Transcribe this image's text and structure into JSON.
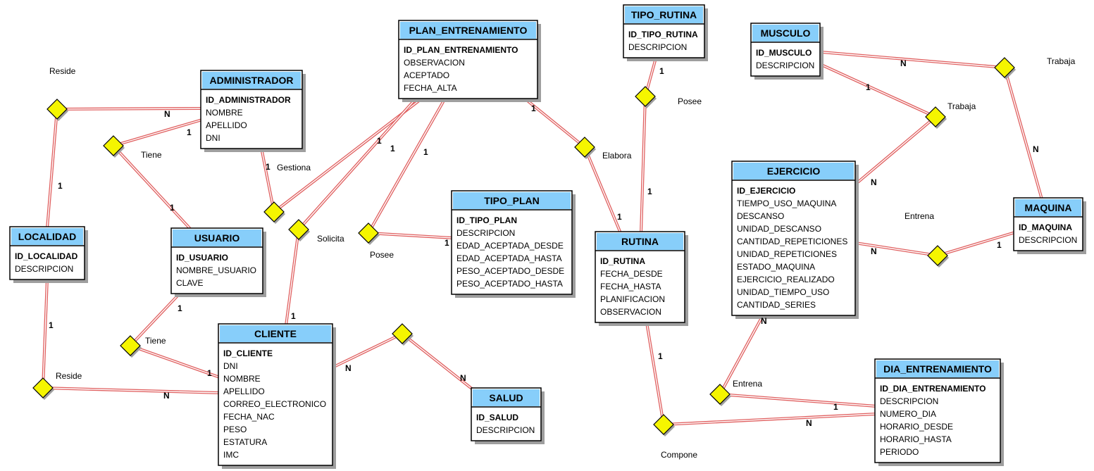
{
  "colors": {
    "header": "#87CEFA",
    "border": "#000000",
    "shadow": "#9e9e9e",
    "line_outer": "#e06060",
    "line_inner": "#ffffff",
    "diamond": "#f5f500"
  },
  "entities": [
    {
      "id": "plan_entrenamiento",
      "title": "PLAN_ENTRENAMIENTO",
      "attrs": [
        "ID_PLAN_ENTRENAMIENTO",
        "OBSERVACION",
        "ACEPTADO",
        "FECHA_ALTA"
      ]
    },
    {
      "id": "tipo_rutina",
      "title": "TIPO_RUTINA",
      "attrs": [
        "ID_TIPO_RUTINA",
        "DESCRIPCION"
      ]
    },
    {
      "id": "musculo",
      "title": "MUSCULO",
      "attrs": [
        "ID_MUSCULO",
        "DESCRIPCION"
      ]
    },
    {
      "id": "administrador",
      "title": "ADMINISTRADOR",
      "attrs": [
        "ID_ADMINISTRADOR",
        "NOMBRE",
        "APELLIDO",
        "DNI"
      ]
    },
    {
      "id": "ejercicio",
      "title": "EJERCICIO",
      "attrs": [
        "ID_EJERCICIO",
        "TIEMPO_USO_MAQUINA",
        "DESCANSO",
        "UNIDAD_DESCANSO",
        "CANTIDAD_REPETICIONES",
        "UNIDAD_REPETICIONES",
        "ESTADO_MAQUINA",
        "EJERCICIO_REALIZADO",
        "UNIDAD_TIEMPO_USO",
        "CANTIDAD_SERIES"
      ]
    },
    {
      "id": "tipo_plan",
      "title": "TIPO_PLAN",
      "attrs": [
        "ID_TIPO_PLAN",
        "DESCRIPCION",
        "EDAD_ACEPTADA_DESDE",
        "EDAD_ACEPTADA_HASTA",
        "PESO_ACEPTADO_DESDE",
        "PESO_ACEPTADO_HASTA"
      ]
    },
    {
      "id": "maquina",
      "title": "MAQUINA",
      "attrs": [
        "ID_MAQUINA",
        "DESCRIPCION"
      ]
    },
    {
      "id": "localidad",
      "title": "LOCALIDAD",
      "attrs": [
        "ID_LOCALIDAD",
        "DESCRIPCION"
      ]
    },
    {
      "id": "usuario",
      "title": "USUARIO",
      "attrs": [
        "ID_USUARIO",
        "NOMBRE_USUARIO",
        "CLAVE"
      ]
    },
    {
      "id": "rutina",
      "title": "RUTINA",
      "attrs": [
        "ID_RUTINA",
        "FECHA_DESDE",
        "FECHA_HASTA",
        "PLANIFICACION",
        "OBSERVACION"
      ]
    },
    {
      "id": "cliente",
      "title": "CLIENTE",
      "attrs": [
        "ID_CLIENTE",
        "DNI",
        "NOMBRE",
        "APELLIDO",
        "CORREO_ELECTRONICO",
        "FECHA_NAC",
        "PESO",
        "ESTATURA",
        "IMC"
      ]
    },
    {
      "id": "salud",
      "title": "SALUD",
      "attrs": [
        "ID_SALUD",
        "DESCRIPCION"
      ]
    },
    {
      "id": "dia_entrenamiento",
      "title": "DIA_ENTRENAMIENTO",
      "attrs": [
        "ID_DIA_ENTRENAMIENTO",
        "DESCRIPCION",
        "NUMERO_DIA",
        "HORARIO_DESDE",
        "HORARIO_HASTA",
        "PERIODO"
      ]
    }
  ],
  "relationships": [
    {
      "id": "reside_admin",
      "label": "Reside"
    },
    {
      "id": "tiene_admin",
      "label": "Tiene"
    },
    {
      "id": "gestiona",
      "label": "Gestiona"
    },
    {
      "id": "solicita",
      "label": "Solicita"
    },
    {
      "id": "posee_plan",
      "label": "Posee"
    },
    {
      "id": "elabora",
      "label": "Elabora"
    },
    {
      "id": "posee_rutina",
      "label": "Posee"
    },
    {
      "id": "trabaja_ejercicio",
      "label": "Trabaja"
    },
    {
      "id": "trabaja_maquina",
      "label": "Trabaja"
    },
    {
      "id": "entrena_maquina",
      "label": "Entrena"
    },
    {
      "id": "tiene_cliente",
      "label": "Tiene"
    },
    {
      "id": "reside_cliente",
      "label": "Reside"
    },
    {
      "id": "salud_rel",
      "label": ""
    },
    {
      "id": "entrena_dia",
      "label": "Entrena"
    },
    {
      "id": "compone",
      "label": "Compone"
    }
  ],
  "cardinalities": {
    "one": "1",
    "many": "N"
  }
}
